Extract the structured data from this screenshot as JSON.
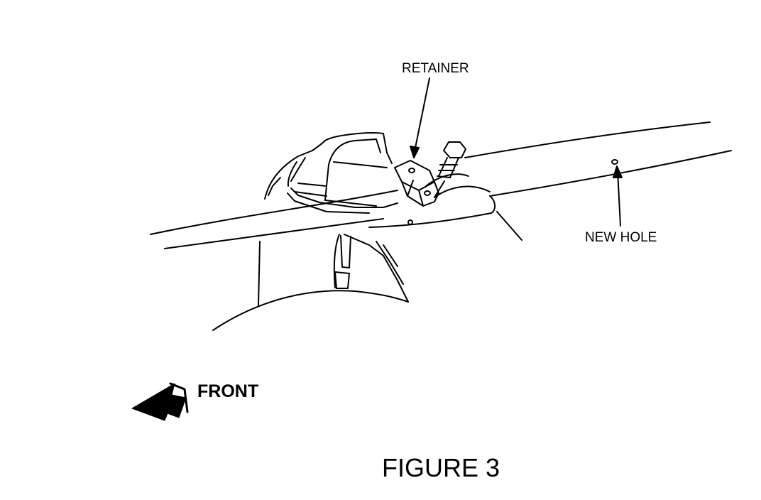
{
  "labels": {
    "retainer": "RETAINER",
    "new_hole": "NEW HOLE",
    "front": "FRONT",
    "figure": "FIGURE 3"
  },
  "colors": {
    "ink": "#000000",
    "paper": "#ffffff"
  }
}
